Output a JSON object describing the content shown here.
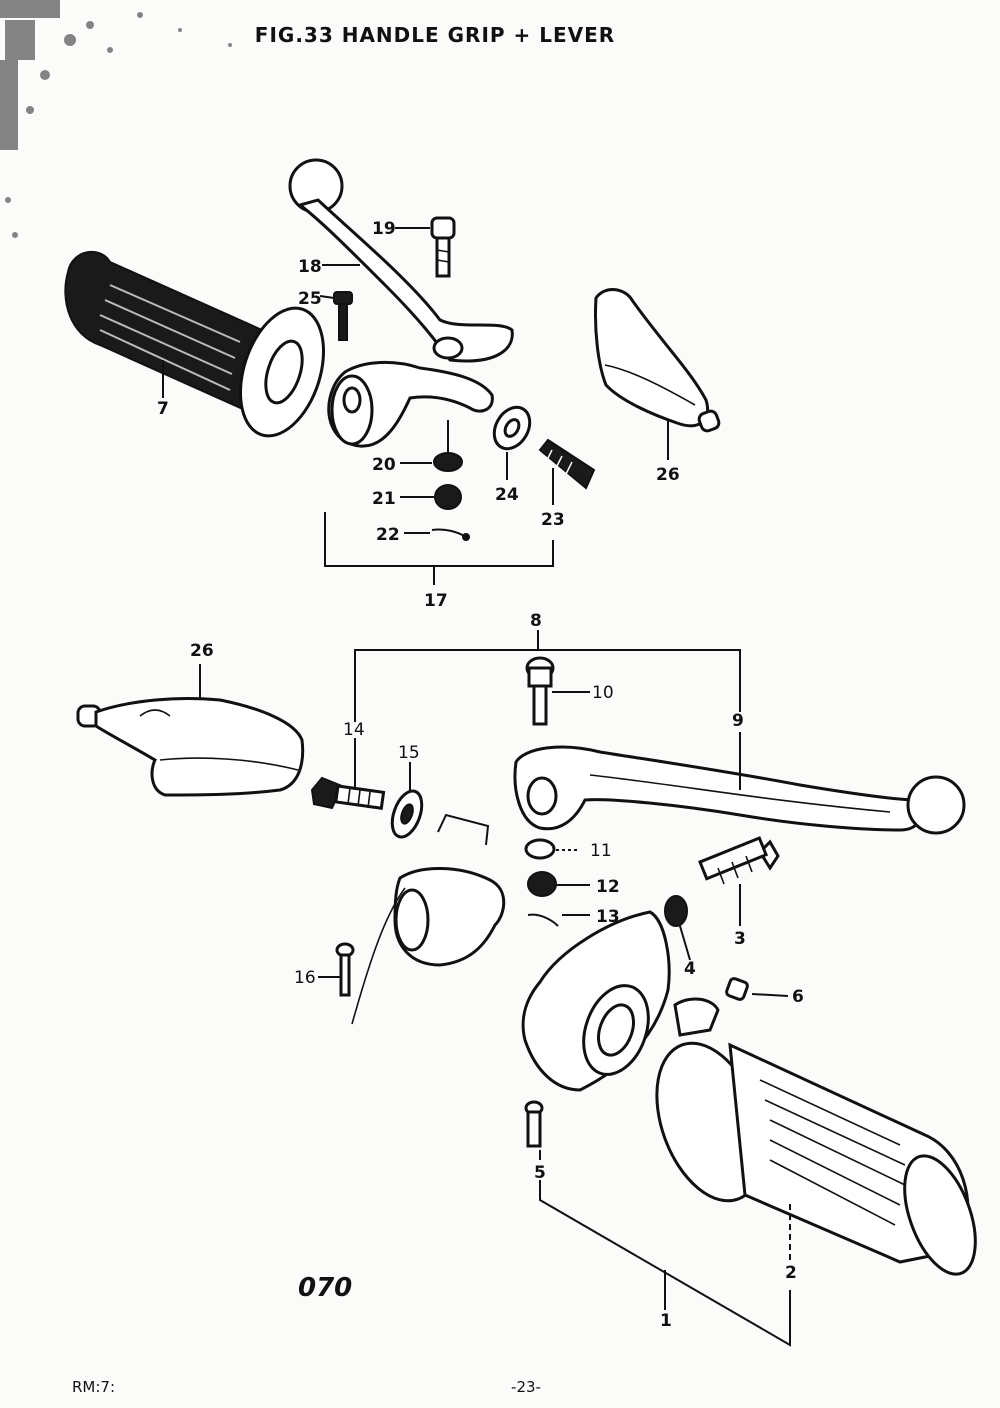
{
  "diagram": {
    "title": "FIG.33 HANDLE GRIP + LEVER",
    "page_code": "070",
    "footer_left": "RM:7:",
    "footer_page": "-23-",
    "labels": {
      "l1": "1",
      "l2": "2",
      "l3": "3",
      "l4": "4",
      "l5": "5",
      "l6": "6",
      "l7": "7",
      "l8": "8",
      "l9": "9",
      "l10": "10",
      "l11": "11",
      "l12": "12",
      "l13": "13",
      "l14": "14",
      "l15": "15",
      "l16": "16",
      "l17": "17",
      "l18": "18",
      "l19": "19",
      "l20": "20",
      "l21": "21",
      "l22": "22",
      "l23": "23",
      "l24": "24",
      "l25": "25",
      "l26a": "26",
      "l26b": "26"
    }
  }
}
